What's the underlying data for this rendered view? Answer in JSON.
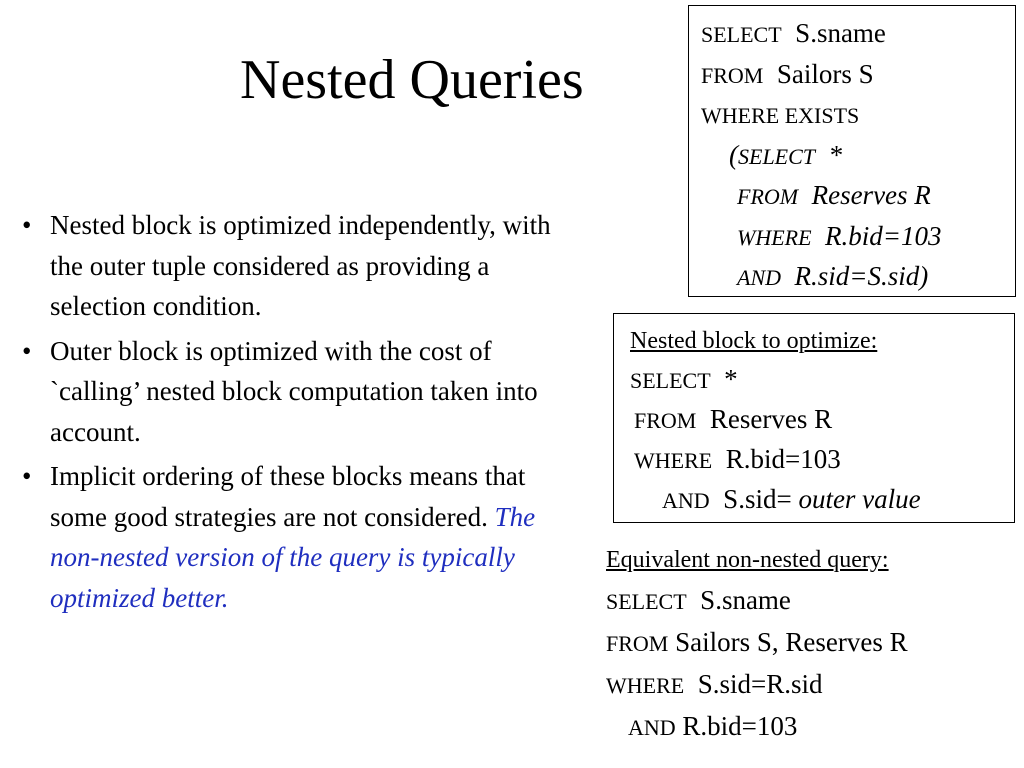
{
  "slide": {
    "title": "Nested Queries",
    "bullets": [
      {
        "text": "Nested block is optimized independently, with the outer tuple considered as providing a selection condition.",
        "emph": ""
      },
      {
        "text": "Outer block is optimized with the cost of `calling’ nested block computation taken into account.",
        "emph": ""
      },
      {
        "text": "Implicit ordering of these blocks means that some good strategies are not considered.  ",
        "emph": "The non-nested version of the query is typically optimized better."
      }
    ],
    "bullet_symbol": "•",
    "colors": {
      "emphasis": "#1f2ebf",
      "text": "#000000"
    }
  },
  "query_box": {
    "l1_kw": "SELECT",
    "l1_val": "S.sname",
    "l2_kw": "FROM",
    "l2_val": "Sailors S",
    "l3_kw": "WHERE EXISTS",
    "l4_open": "(",
    "l4_kw": "SELECT",
    "l4_val": "*",
    "l5_kw": "FROM",
    "l5_val": "Reserves R",
    "l6_kw": "WHERE",
    "l6_val": "R.bid=103",
    "l7_kw": "AND",
    "l7_val": "R.sid=S.sid)"
  },
  "nested_box": {
    "heading": "Nested block to optimize:",
    "l1_kw": "SELECT",
    "l1_val": "*",
    "l2_kw": "FROM",
    "l2_val": "Reserves R",
    "l3_kw": "WHERE",
    "l3_val": "R.bid=103",
    "l4_kw": "AND",
    "l4_val": "S.sid= ",
    "l4_it": "outer value"
  },
  "equivalent": {
    "heading": "Equivalent non-nested query:",
    "l1_kw": "SELECT",
    "l1_val": "S.sname",
    "l2_kw": "FROM",
    "l2_val": "Sailors S, Reserves R",
    "l3_kw": "WHERE",
    "l3_val": "S.sid=R.sid",
    "l4_kw": "AND",
    "l4_val": "R.bid=103"
  }
}
